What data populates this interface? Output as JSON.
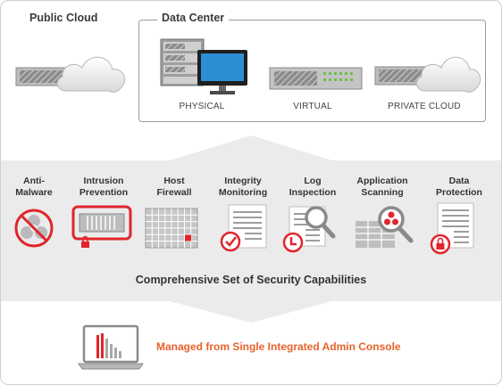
{
  "public_cloud": {
    "title": "Public Cloud"
  },
  "data_center": {
    "title": "Data Center",
    "items": [
      {
        "label": "PHYSICAL"
      },
      {
        "label": "VIRTUAL"
      },
      {
        "label": "PRIVATE CLOUD"
      }
    ]
  },
  "capabilities": [
    {
      "line1": "Anti-",
      "line2": "Malware",
      "icon": "biohazard-blocked-icon"
    },
    {
      "line1": "Intrusion",
      "line2": "Prevention",
      "icon": "intrusion-prevention-icon"
    },
    {
      "line1": "Host",
      "line2": "Firewall",
      "icon": "firewall-grid-icon"
    },
    {
      "line1": "Integrity",
      "line2": "Monitoring",
      "icon": "document-check-icon"
    },
    {
      "line1": "Log",
      "line2": "Inspection",
      "icon": "log-magnifier-icon"
    },
    {
      "line1": "Application",
      "line2": "Scanning",
      "icon": "application-scan-icon"
    },
    {
      "line1": "Data",
      "line2": "Protection",
      "icon": "document-lock-icon"
    }
  ],
  "capabilities_caption": "Comprehensive Set of Security Capabilities",
  "console": {
    "label": "Managed from Single Integrated Admin Console",
    "icon": "laptop-chart-icon"
  },
  "colors": {
    "accent": "#e8612a",
    "alert_red": "#e0252c",
    "band_gray": "#ebebeb",
    "text_dark": "#333333"
  }
}
